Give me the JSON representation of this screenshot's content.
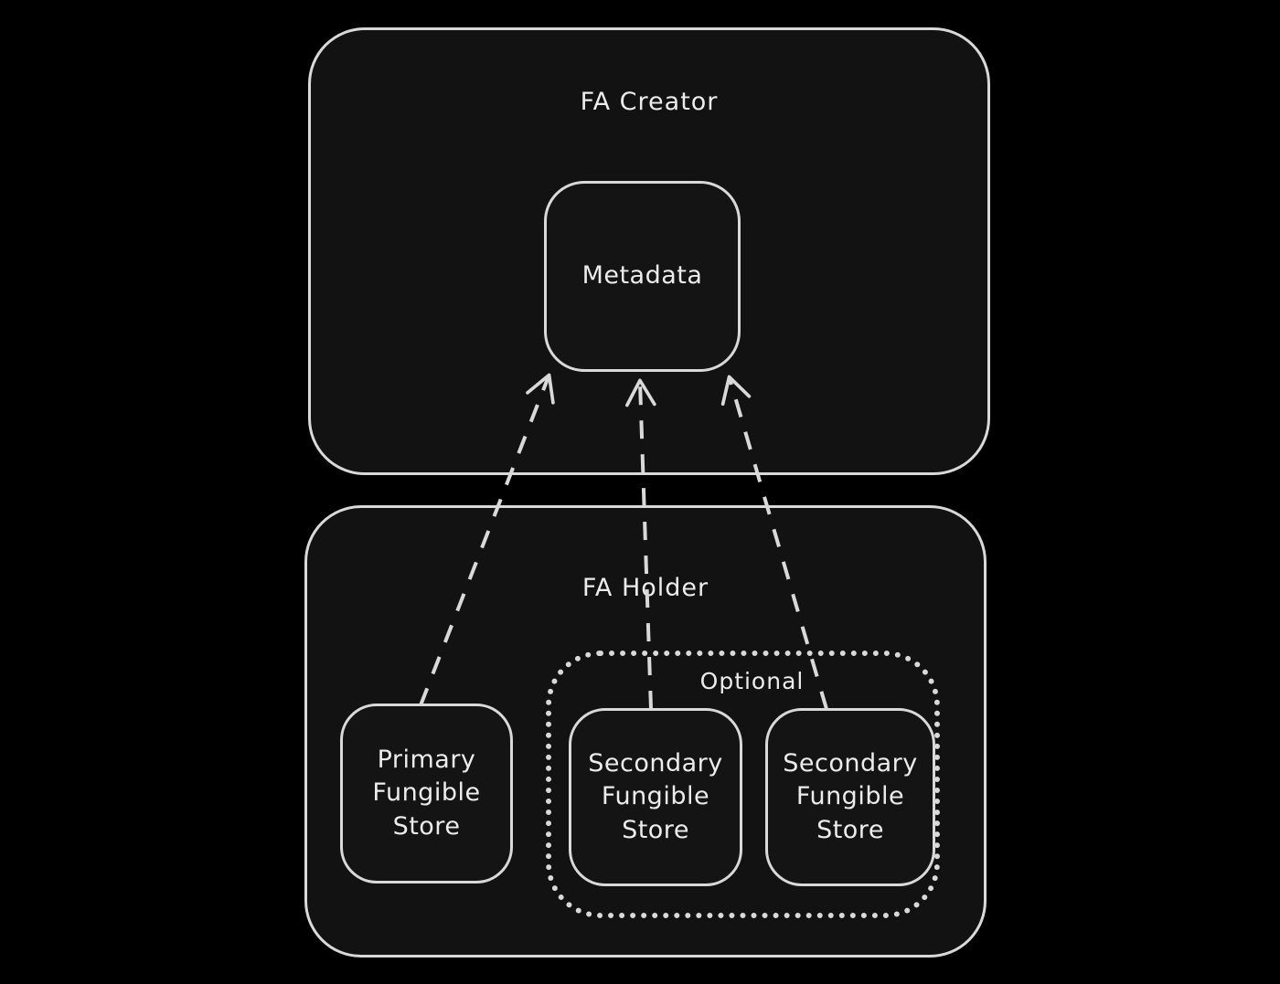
{
  "colors": {
    "background": "#000000",
    "stroke": "#d9d9d9",
    "text": "#ececec"
  },
  "top_container": {
    "label": "FA Creator"
  },
  "metadata_box": {
    "label": "Metadata"
  },
  "bottom_container": {
    "label": "FA Holder"
  },
  "optional_group": {
    "label": "Optional"
  },
  "stores": [
    {
      "id": "primary-fungible-store",
      "label": "Primary Fungible Store"
    },
    {
      "id": "secondary-fungible-store-1",
      "label": "Secondary Fungible Store"
    },
    {
      "id": "secondary-fungible-store-2",
      "label": "Secondary Fungible Store"
    }
  ]
}
